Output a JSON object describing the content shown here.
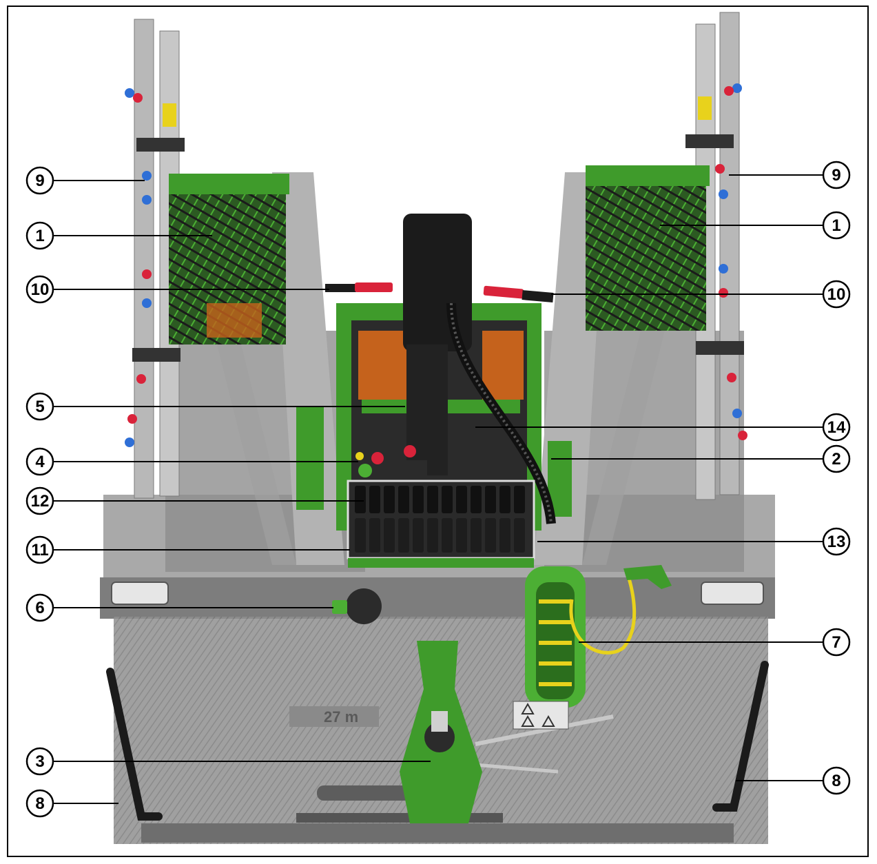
{
  "figure": {
    "description_free": true,
    "colors": {
      "machine_green": "#3f9b2b",
      "machine_green_dark": "#2b6e1d",
      "frame_gray": "#9a9a9a",
      "frame_gray_light": "#c9c9c9",
      "hose_black": "#1b1b1b",
      "accent_red": "#d9233a",
      "accent_yellow": "#e8d21c",
      "accent_orange": "#c5621c",
      "nozzle_blue": "#2f6fd6",
      "border": "#000000"
    },
    "icons": [
      "warning-triangle-icon"
    ],
    "sign_text": "27 m",
    "callouts": [
      {
        "id": "9",
        "side": "left"
      },
      {
        "id": "1",
        "side": "left"
      },
      {
        "id": "10",
        "side": "left"
      },
      {
        "id": "5",
        "side": "left"
      },
      {
        "id": "4",
        "side": "left"
      },
      {
        "id": "12",
        "side": "left"
      },
      {
        "id": "11",
        "side": "left"
      },
      {
        "id": "6",
        "side": "left"
      },
      {
        "id": "3",
        "side": "left"
      },
      {
        "id": "8",
        "side": "left"
      },
      {
        "id": "9",
        "side": "right"
      },
      {
        "id": "1",
        "side": "right"
      },
      {
        "id": "10",
        "side": "right"
      },
      {
        "id": "14",
        "side": "right"
      },
      {
        "id": "2",
        "side": "right"
      },
      {
        "id": "13",
        "side": "right"
      },
      {
        "id": "7",
        "side": "right"
      },
      {
        "id": "8",
        "side": "right"
      }
    ]
  }
}
